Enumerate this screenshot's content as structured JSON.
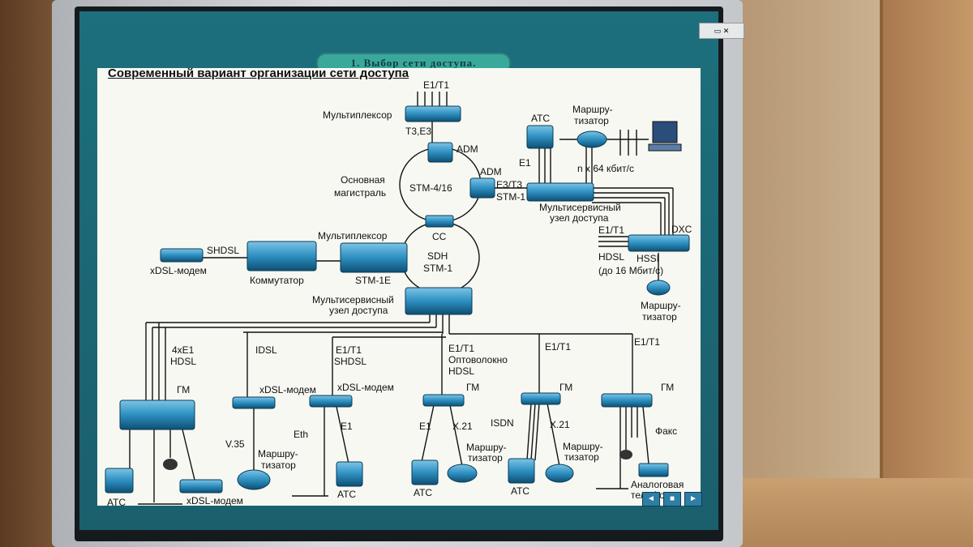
{
  "slide": {
    "banner": "1. Выбор сети доступа.",
    "heading": "Современный вариант организации сети доступа"
  },
  "labels": {
    "e1t1_top": "E1/T1",
    "mux_top": "Мультиплексор",
    "t3e3": "T3,E3",
    "adm1": "ADM",
    "adm2": "ADM",
    "backbone1": "Основная",
    "backbone2": "магистраль",
    "stm416": "STM-4/16",
    "e3t3": "E3/T3",
    "stm1_r": "STM-1",
    "atc_top": "АТС",
    "router_top1": "Маршру-",
    "router_top2": "тизатор",
    "e1_top": "E1",
    "nx64": "n x 64 кбит/с",
    "msn1_a": "Мультисервисный",
    "msn1_b": "узел доступа",
    "e1t1_dxc": "E1/T1",
    "dxc": "DXC",
    "hdsl_r": "HDSL",
    "hssi": "HSSI",
    "upto16": "(до 16 Мбит/с)",
    "router_r1": "Маршру-",
    "router_r2": "тизатор",
    "cc": "CC",
    "sdh": "SDH",
    "stm1": "STM-1",
    "mux_mid": "Мультиплексор",
    "stm1e": "STM-1E",
    "shdsl_l": "SHDSL",
    "xdsl_modem_l": "xDSL-модем",
    "switch": "Коммутатор",
    "msn2_a": "Мультисервисный",
    "msn2_b": "узел доступа",
    "b1_a": "4xE1",
    "b1_b": "HDSL",
    "b1_gm": "ГМ",
    "b1_atc": "АТС",
    "b1_modem": "xDSL-модем",
    "b2_a": "IDSL",
    "b2_modem": "xDSL-модем",
    "b2_v35": "V.35",
    "b2_r1": "Маршру-",
    "b2_r2": "тизатор",
    "b3_a": "E1/T1",
    "b3_b": "SHDSL",
    "b3_modem": "xDSL-модем",
    "b3_eth": "Eth",
    "b3_e1": "E1",
    "b3_atc": "АТС",
    "b4_a": "E1/T1",
    "b4_b": "Оптоволокно",
    "b4_c": "HDSL",
    "b4_gm": "ГМ",
    "b4_e1": "E1",
    "b4_x21": "X.21",
    "b4_atc": "АТС",
    "b4_r1": "Маршру-",
    "b4_r2": "тизатор",
    "b5_a": "E1/T1",
    "b5_gm": "ГМ",
    "b5_isdn": "ISDN",
    "b5_x21": "X.21",
    "b5_atc": "АТС",
    "b5_r1": "Маршру-",
    "b5_r2": "тизатор",
    "b6_a": "E1/T1",
    "b6_gm": "ГМ",
    "b6_fax": "Факс",
    "b6_an1": "Аналоговая",
    "b6_an2": "телефония"
  },
  "nav": {
    "prev": "◄",
    "stop": "■",
    "next": "►"
  },
  "colors": {
    "device": "#2d8fc0",
    "device_dark": "#0e4f73",
    "line": "#111111",
    "screen_bg": "#1b6574"
  }
}
